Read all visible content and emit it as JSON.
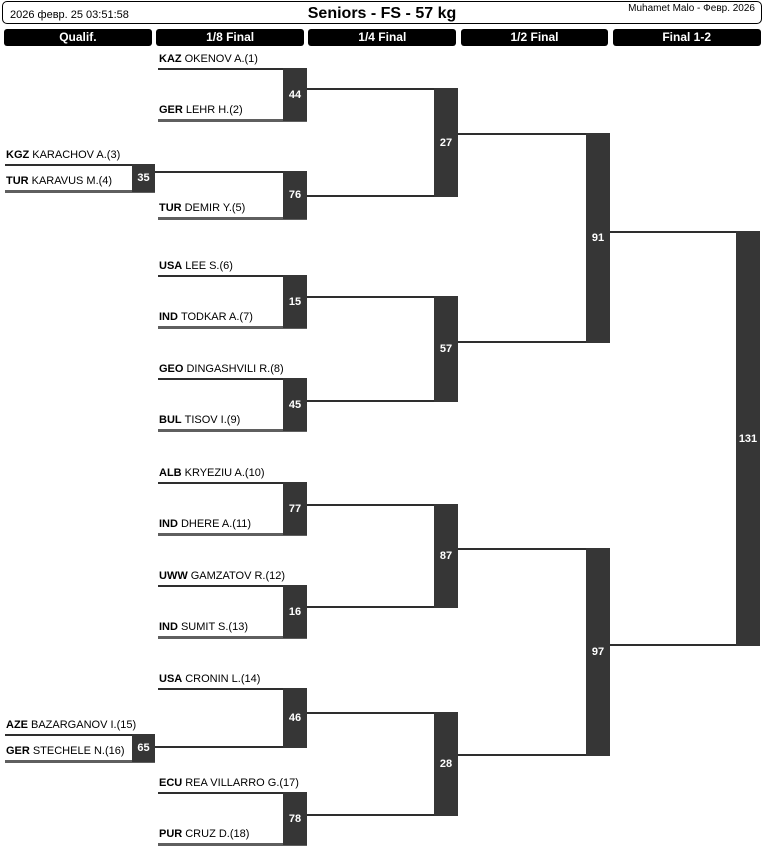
{
  "header": {
    "timestamp": "2026 февр. 25 03:51:58",
    "title": "Seniors - FS - 57 kg",
    "author": "Muhamet Malo - Февр. 2026"
  },
  "rounds": [
    {
      "label": "Qualif."
    },
    {
      "label": "1/8 Final"
    },
    {
      "label": "1/4 Final"
    },
    {
      "label": "1/2 Final"
    },
    {
      "label": "Final 1-2"
    }
  ],
  "entries": [
    {
      "country": "KAZ",
      "name": "OKENOV A.(1)"
    },
    {
      "country": "GER",
      "name": "LEHR H.(2)"
    },
    {
      "country": "KGZ",
      "name": "KARACHOV A.(3)"
    },
    {
      "country": "TUR",
      "name": "KARAVUS M.(4)"
    },
    {
      "country": "TUR",
      "name": "DEMIR Y.(5)"
    },
    {
      "country": "USA",
      "name": "LEE S.(6)"
    },
    {
      "country": "IND",
      "name": "TODKAR A.(7)"
    },
    {
      "country": "GEO",
      "name": "DINGASHVILI R.(8)"
    },
    {
      "country": "BUL",
      "name": "TISOV I.(9)"
    },
    {
      "country": "ALB",
      "name": "KRYEZIU A.(10)"
    },
    {
      "country": "IND",
      "name": "DHERE A.(11)"
    },
    {
      "country": "UWW",
      "name": "GAMZATOV R.(12)"
    },
    {
      "country": "IND",
      "name": "SUMIT S.(13)"
    },
    {
      "country": "USA",
      "name": "CRONIN L.(14)"
    },
    {
      "country": "AZE",
      "name": "BAZARGANOV I.(15)"
    },
    {
      "country": "GER",
      "name": "STECHELE N.(16)"
    },
    {
      "country": "ECU",
      "name": "REA VILLARRO G.(17)"
    },
    {
      "country": "PUR",
      "name": "CRUZ D.(18)"
    }
  ],
  "matches": [
    {
      "number": "35",
      "round": "Qualif."
    },
    {
      "number": "65",
      "round": "Qualif."
    },
    {
      "number": "44",
      "round": "1/8 Final"
    },
    {
      "number": "76",
      "round": "1/8 Final"
    },
    {
      "number": "15",
      "round": "1/8 Final"
    },
    {
      "number": "45",
      "round": "1/8 Final"
    },
    {
      "number": "77",
      "round": "1/8 Final"
    },
    {
      "number": "16",
      "round": "1/8 Final"
    },
    {
      "number": "46",
      "round": "1/8 Final"
    },
    {
      "number": "78",
      "round": "1/8 Final"
    },
    {
      "number": "27",
      "round": "1/4 Final"
    },
    {
      "number": "57",
      "round": "1/4 Final"
    },
    {
      "number": "87",
      "round": "1/4 Final"
    },
    {
      "number": "28",
      "round": "1/4 Final"
    },
    {
      "number": "91",
      "round": "1/2 Final"
    },
    {
      "number": "97",
      "round": "1/2 Final"
    },
    {
      "number": "131",
      "round": "Final 1-2"
    }
  ],
  "colors": {
    "round_bar": "#000000",
    "match_box": "#363636",
    "line": "#2e2e2e"
  }
}
